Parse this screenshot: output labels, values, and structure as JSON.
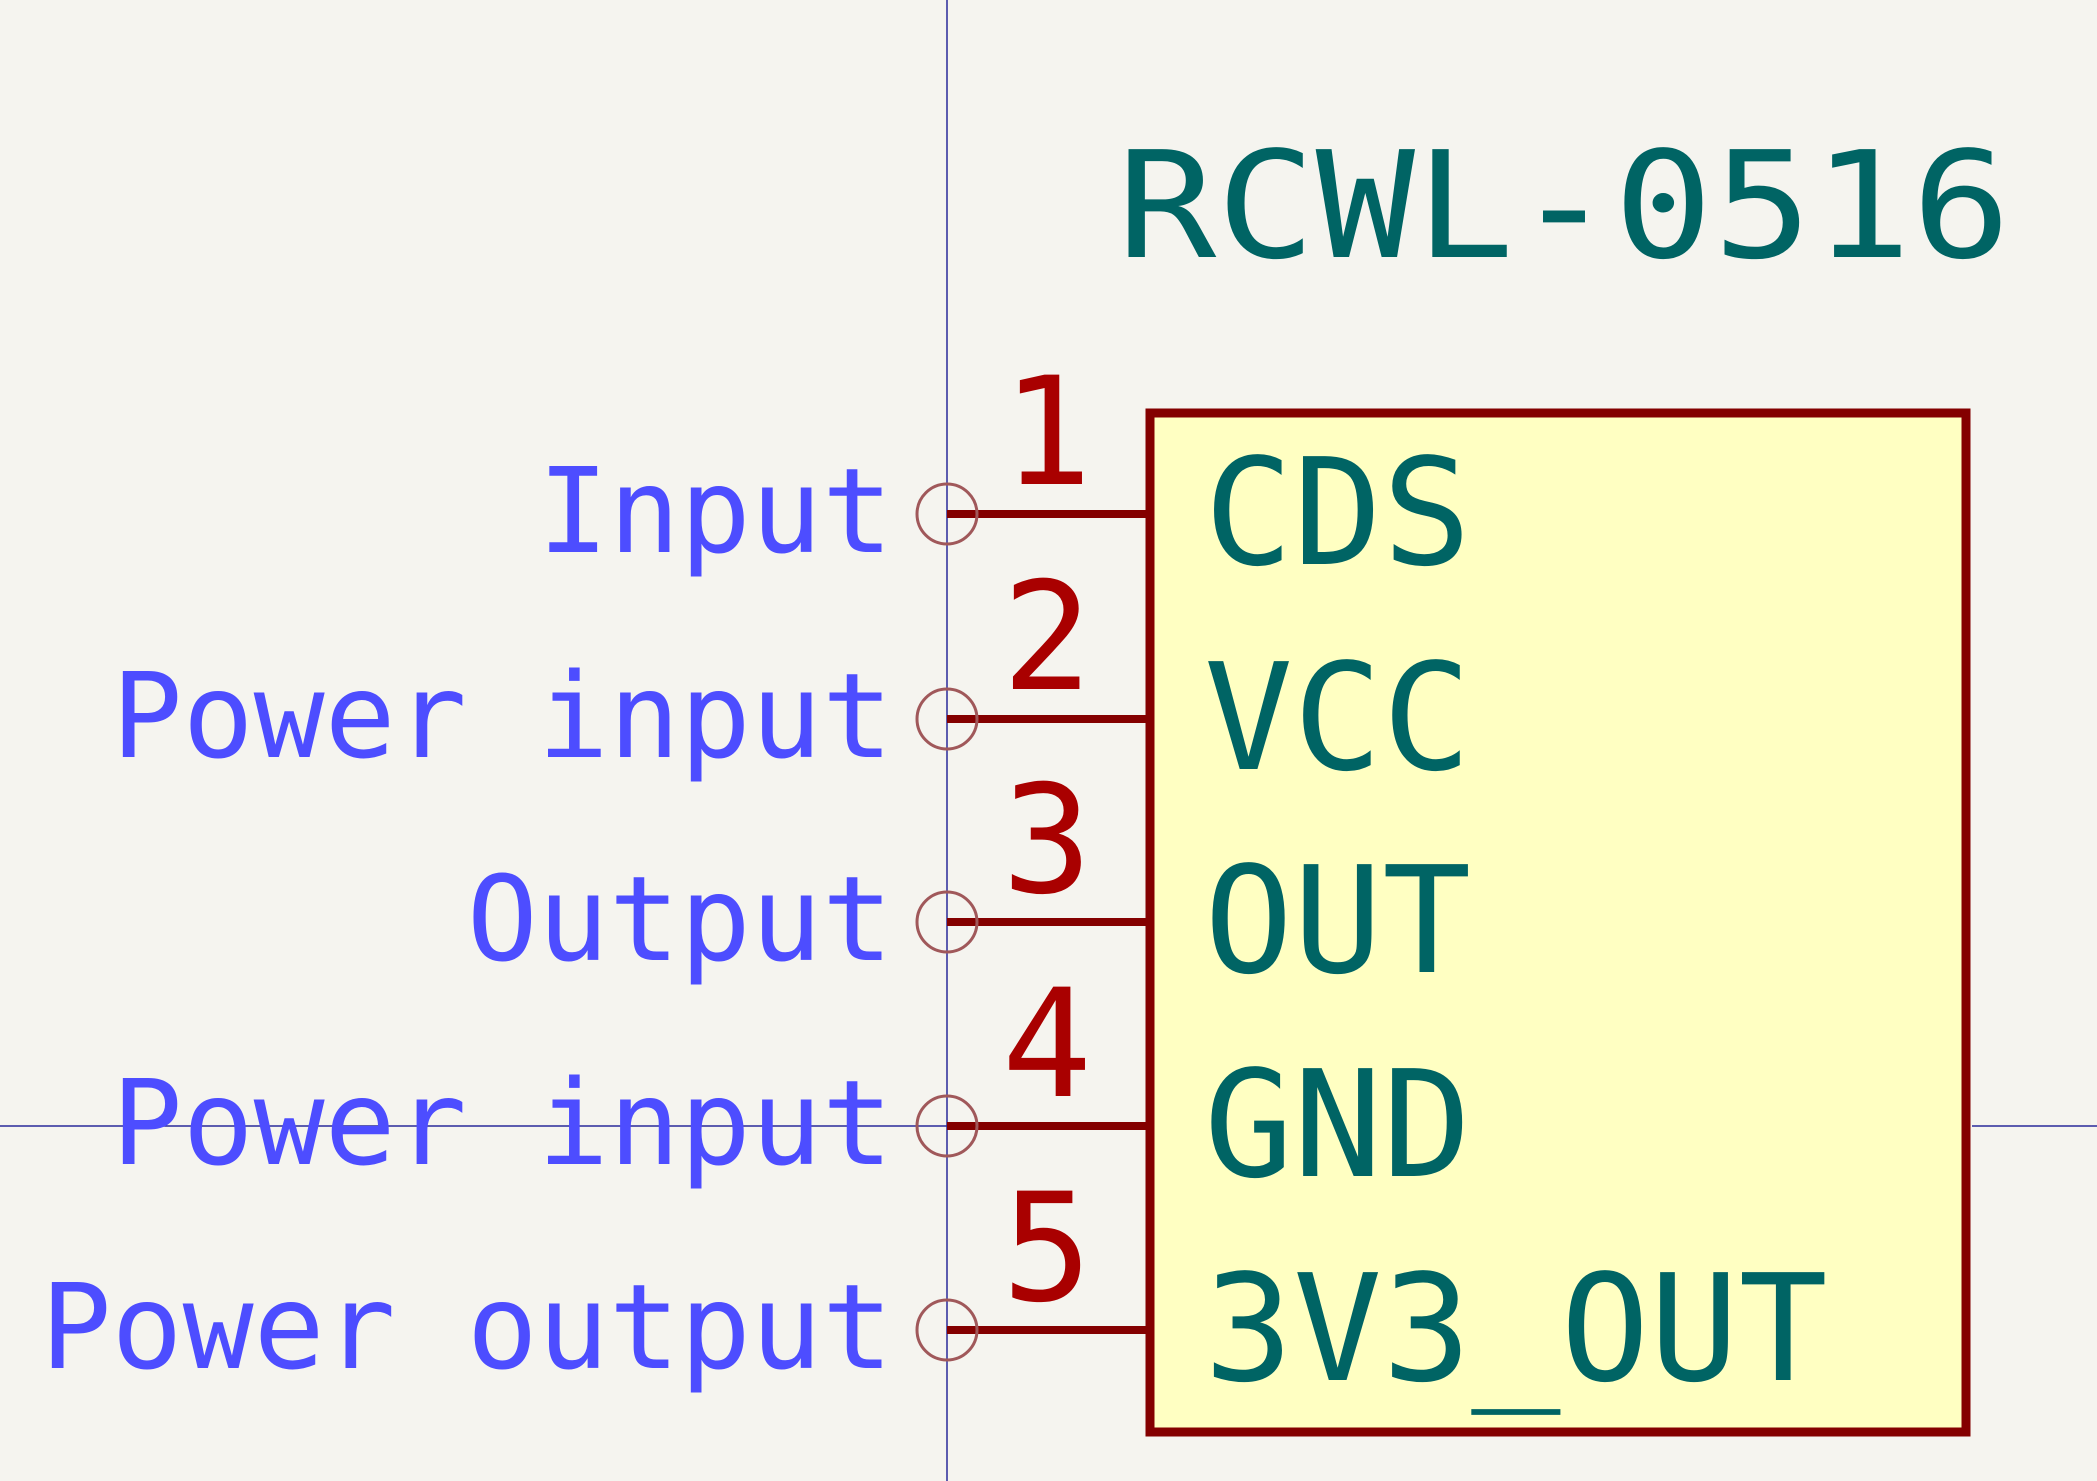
{
  "component": {
    "reference": "RCWL-0516",
    "pins": [
      {
        "number": "1",
        "name": "CDS",
        "type": "Input"
      },
      {
        "number": "2",
        "name": "VCC",
        "type": "Power input"
      },
      {
        "number": "3",
        "name": "OUT",
        "type": "Output"
      },
      {
        "number": "4",
        "name": "GND",
        "type": "Power input"
      },
      {
        "number": "5",
        "name": "3V3_OUT",
        "type": "Power output"
      }
    ]
  },
  "colors": {
    "background": "#f5f4ef",
    "body_fill": "#ffffc2",
    "body_outline": "#840000",
    "pin": "#840000",
    "pin_number": "#a90000",
    "pin_name": "#006464",
    "reference": "#006464",
    "pin_type": "#4d4dff",
    "crosshair": "#2a2a9a",
    "pin_end_circle": "#a0585a"
  }
}
